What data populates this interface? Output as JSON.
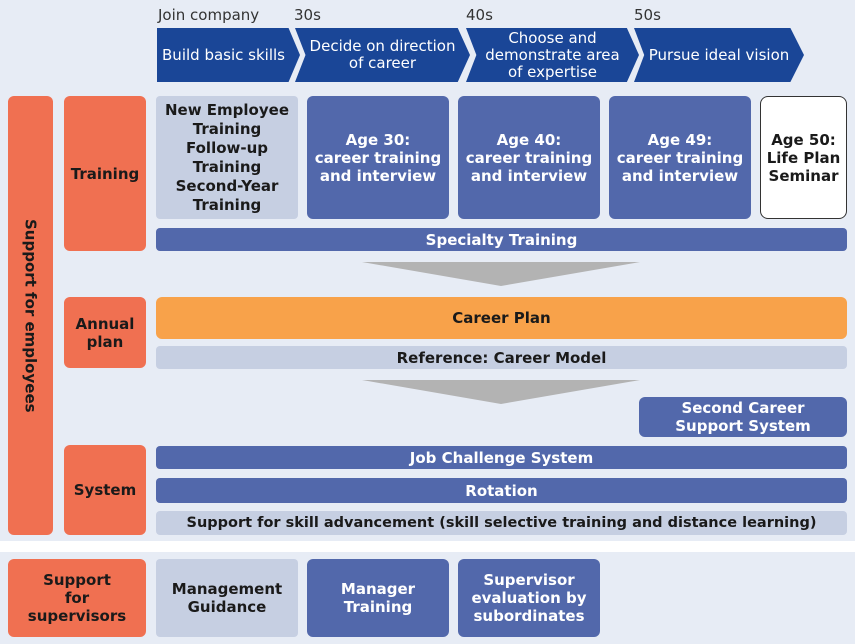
{
  "timeline": {
    "ages": [
      "Join company",
      "30s",
      "40s",
      "50s"
    ],
    "stages": [
      "Build basic skills",
      "Decide on direction\nof career",
      "Choose and\ndemonstrate area\nof expertise",
      "Pursue ideal vision"
    ]
  },
  "side_label": "Support for employees",
  "training": {
    "label": "Training",
    "intro_items": [
      "New Employee\nTraining",
      "Follow-up\nTraining",
      "Second-Year\nTraining"
    ],
    "age30": "Age 30:\ncareer training\nand interview",
    "age40": "Age 40:\ncareer training\nand interview",
    "age49": "Age 49:\ncareer training\nand interview",
    "age50": "Age 50:\nLife Plan\nSeminar",
    "specialty": "Specialty Training"
  },
  "annual_plan": {
    "label": "Annual\nplan",
    "career_plan": "Career Plan",
    "reference": "Reference: Career Model"
  },
  "system": {
    "label": "System",
    "second_career": "Second Career\nSupport System",
    "job_challenge": "Job Challenge System",
    "rotation": "Rotation",
    "skill_support": "Support for skill advancement (skill selective training and distance learning)"
  },
  "supervisors": {
    "label": "Support\nfor\nsupervisors",
    "management": "Management\nGuidance",
    "manager_training": "Manager\nTraining",
    "evaluation": "Supervisor\nevaluation by\nsubordinates"
  },
  "colors": {
    "dark_blue": "#1a4697",
    "mid_blue": "#5268ab",
    "light_blue": "#c6cfe2",
    "orange_red": "#f07051",
    "career_orange": "#f8a24a",
    "panel": "#e7ecf5"
  }
}
